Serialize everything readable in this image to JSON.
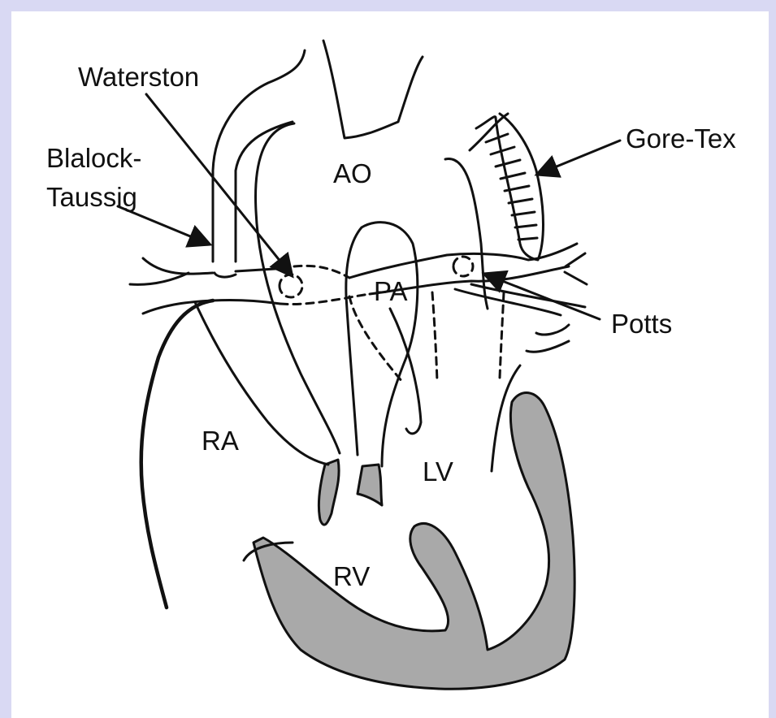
{
  "colors": {
    "frame": "#d9d9f3",
    "background": "#ffffff",
    "ink": "#111111",
    "myocardium": "#a9a9a9"
  },
  "labels": {
    "waterston": "Waterston",
    "blalock_1": "Blalock-",
    "blalock_2": "Taussig",
    "ao": "AO",
    "gore_tex": "Gore-Tex",
    "pa": "PA",
    "potts": "Potts",
    "ra": "RA",
    "lv": "LV",
    "rv": "RV"
  }
}
